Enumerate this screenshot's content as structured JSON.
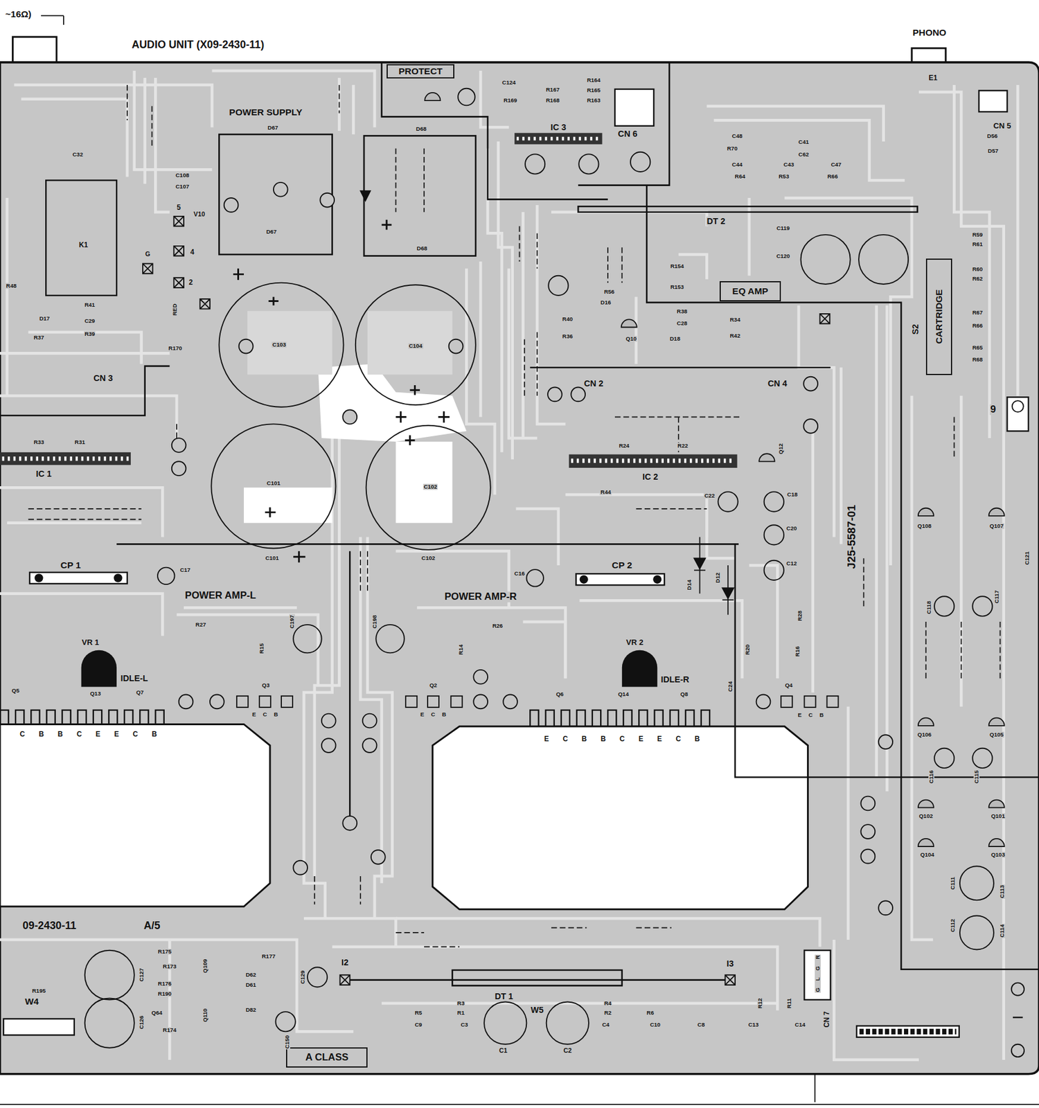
{
  "diagram": {
    "nodes": [
      {
        "text": [
          "PROTECT"
        ]
      },
      {
        "text": [
          "EQ AMP"
        ]
      },
      {
        "text": [
          "A CLASS"
        ]
      },
      {
        "text": [
          "CARTRIDGE"
        ]
      }
    ],
    "labels": [
      "~16Ω)",
      "AUDIO UNIT (X09-2430-11)",
      "PHONO",
      "POWER SUPPLY",
      "D67",
      "D68",
      "D67",
      "D68",
      "IC 3",
      "CN 6",
      "CN 5",
      "E1",
      "DT 2",
      "K1",
      "C103",
      "C104",
      "C101",
      "C102",
      "C101",
      "C102",
      "CN 3",
      "CN 2",
      "CN 4",
      "IC 1",
      "IC 2",
      "CP 1",
      "CP 2",
      "POWER AMP-L",
      "POWER AMP-R",
      "VR 1",
      "IDLE-L",
      "VR 2",
      "IDLE-R",
      "Q13",
      "Q7",
      "Q5",
      "Q3",
      "Q2",
      "Q6",
      "Q14",
      "Q8",
      "Q4",
      "C B B C E E C B",
      "E C B B C E E C B",
      "E C B",
      "E C B",
      "E C B",
      "09-2430-11",
      "A/5",
      "W4",
      "DT 1",
      "W5",
      "C1",
      "C2",
      "I2",
      "I3",
      "CN 7",
      "G L G R",
      "R5",
      "C9",
      "R3",
      "R1",
      "C3",
      "R4",
      "R2",
      "C4",
      "R6",
      "C10",
      "C8",
      "C13",
      "C14",
      "R175",
      "R173",
      "R176",
      "R190",
      "R174",
      "R177",
      "R195",
      "C127",
      "C126",
      "Q109",
      "Q110",
      "C129",
      "Q108",
      "Q107",
      "Q106",
      "Q105",
      "Q102",
      "Q101",
      "Q104",
      "Q103",
      "C111",
      "C113",
      "C112",
      "C114",
      "9",
      "S2",
      "J25-5587-01",
      "R154",
      "R153",
      "R38",
      "C28",
      "R34",
      "R42",
      "R36",
      "R40",
      "Q10",
      "D16",
      "D18",
      "R56",
      "C124",
      "R169",
      "R167",
      "R168",
      "R164",
      "R165",
      "R163",
      "C48",
      "R70",
      "C44",
      "R64",
      "C43",
      "R53",
      "C47",
      "R66",
      "C119",
      "C120",
      "R59",
      "R61",
      "R60",
      "R62",
      "R67",
      "R66",
      "R65",
      "R68",
      "R41",
      "C29",
      "R37",
      "R39",
      "D17",
      "R48",
      "R33",
      "R31",
      "R27",
      "R15",
      "R14",
      "R26",
      "R16",
      "R20",
      "C24",
      "C197",
      "C198",
      "C17",
      "C16",
      "C22",
      "C18",
      "C20",
      "C12",
      "D14",
      "D12",
      "Q12",
      "R44",
      "R24",
      "R22",
      "R170",
      "V10",
      "G",
      "RED",
      "C107",
      "C108",
      "C32",
      "D56",
      "D57",
      "C41",
      "C62",
      "R28",
      "C121",
      "C118",
      "C117",
      "C116",
      "C115",
      "C150",
      "D62",
      "D61",
      "Q64",
      "D82",
      "R11",
      "R12",
      "2",
      "4",
      "5"
    ]
  }
}
